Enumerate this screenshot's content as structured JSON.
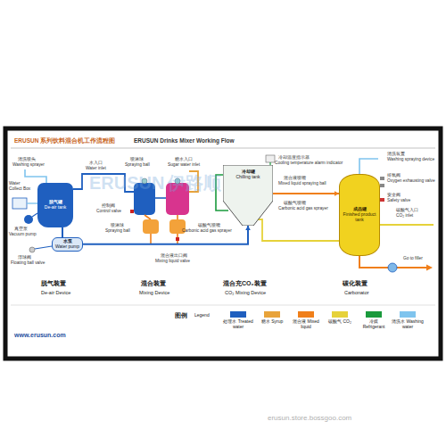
{
  "diagram": {
    "title": "ERUSUN 系列饮料混合机工作流程图",
    "nodes": [
      {
        "text": [
          "脱气罐",
          "De-air tank"
        ]
      },
      {
        "text": [
          "水泵",
          "Water pump"
        ]
      },
      {
        "text": [
          "冷却罐",
          "Chilling tank"
        ]
      },
      {
        "text": [
          "成品罐",
          "Finished product tank"
        ]
      }
    ],
    "edges": [
      {
        "from": 0,
        "to": 1,
        "arrow": "none"
      },
      {
        "from": 1,
        "to": 2,
        "arrow": "to"
      },
      {
        "from": 2,
        "to": 3,
        "arrow": "to"
      }
    ],
    "labels": [
      "ERUSUN Drinks Mixer Working Flow",
      "ERUSUN",
      "伊路顺",
      "清洗喷头",
      "Washing sprayer",
      "水入口",
      "Water inlet",
      "Water Collect Box",
      "真空泵",
      "Vacuum pump",
      "浮球阀",
      "Floating ball valve",
      "喷淋球",
      "Spraying ball",
      "糖水入口",
      "Sugar water inlet",
      "控制阀",
      "Control valve",
      "喷淋球",
      "Spraying ball",
      "混合液出口阀",
      "Mixing liquid valve",
      "碳酸气喷嘴",
      "Carbonic acid gas sprayer",
      "冷却温度指示器",
      "Cooling temperature alarm indicator",
      "混合液喷嘴",
      "Mixed liquid spraying ball",
      "碳酸气喷嘴",
      "Carbonic acid gas sprayer",
      "清洗装置",
      "Washing spraying device",
      "排氧阀",
      "Oxygen exhausting valve",
      "安全阀",
      "Safety valve",
      "碳酸气入口",
      "CO₂ inlet",
      "Go to filler",
      "脱气装置",
      "De-air Device",
      "混合装置",
      "Mixing Device",
      "混合充CO₂装置",
      "CO₂ Mixing Device",
      "碳化装置",
      "Carbonator",
      "图例",
      "Legend",
      "www.erusun.com",
      "erusun.store.bossgoo.com"
    ],
    "legend": [
      {
        "text": "处理水 Treated water",
        "color": "#1f5fbf"
      },
      {
        "text": "糖水 Syrup",
        "color": "#e8a33a"
      },
      {
        "text": "混合液 Mixed liquid",
        "color": "#f07f1a"
      },
      {
        "text": "碳酸气 CO₂",
        "color": "#e6d23a"
      },
      {
        "text": "冷媒 Refrigerant",
        "color": "#1a9a3c"
      },
      {
        "text": "清洗水 Washing water",
        "color": "#7fc4ee"
      }
    ]
  }
}
